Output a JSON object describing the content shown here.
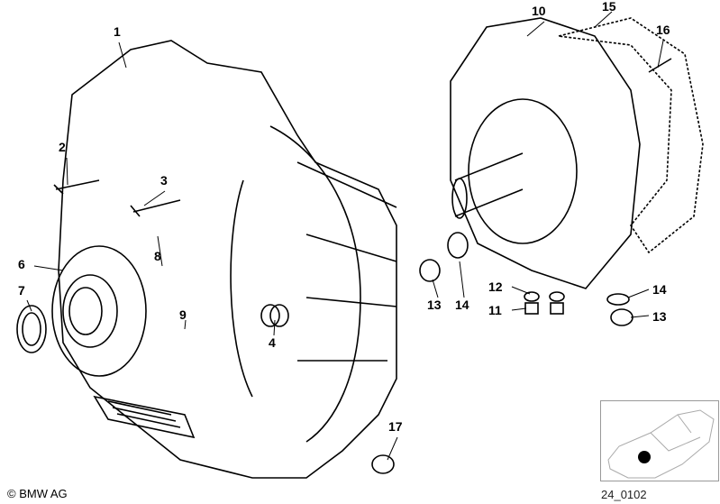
{
  "diagram": {
    "callouts": [
      "1",
      "2",
      "3",
      "4",
      "6",
      "7",
      "8",
      "9",
      "10",
      "11",
      "12",
      "13",
      "13",
      "14",
      "14",
      "15",
      "16",
      "17"
    ],
    "inset_code": "24_0102",
    "copyright": "© BMW AG"
  }
}
